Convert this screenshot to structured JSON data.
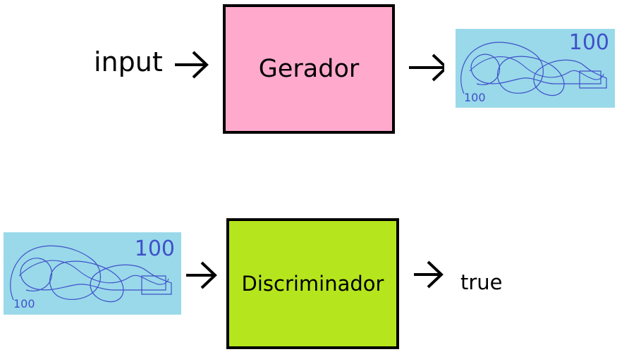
{
  "generator": {
    "input_label": "input",
    "box_label": "Gerador",
    "box_color": "#ffaacc"
  },
  "discriminator": {
    "box_label": "Discriminador",
    "output_label": "true",
    "box_color": "#b5e61d"
  },
  "banknote": {
    "value_large": "100",
    "value_small": "100",
    "fill_color": "#99d9ea",
    "ink_color": "#4050c8"
  },
  "arrow_icon": "right-arrow-icon"
}
